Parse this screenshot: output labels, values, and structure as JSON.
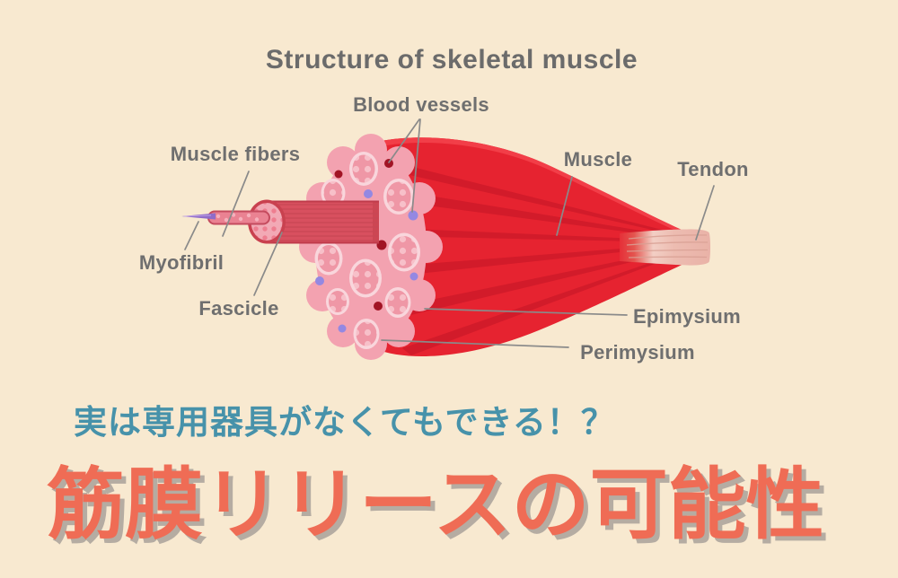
{
  "title": "Structure of skeletal muscle",
  "diagram_labels": {
    "blood_vessels": "Blood vessels",
    "muscle_fibers": "Muscle fibers",
    "myofibril": "Myofibril",
    "fascicle": "Fascicle",
    "muscle": "Muscle",
    "tendon": "Tendon",
    "epimysium": "Epimysium",
    "perimysium": "Perimysium"
  },
  "caption": {
    "subtitle": "実は専用器具がなくてもできる！？",
    "headline": "筋膜リリースの可能性"
  },
  "colors": {
    "background": "#f8e9d0",
    "title_gray": "#6b6b6b",
    "label_gray": "#6f6f6f",
    "leader_line_gray": "#8a8a8a",
    "muscle_red": "#e62330",
    "muscle_streak_red": "#d21b2a",
    "muscle_highlight_red": "#f23e48",
    "tendon_pale_pink": "#e9b2a7",
    "epimysium_pink": "#f3a2b0",
    "fascicle_ring_pink": "#f9d6dc",
    "fascicle_inner_pink": "#ef97a6",
    "muscle_fiber_dot_pink": "#f7c0c9",
    "blood_vessel_dark_red": "#a11424",
    "blood_vessel_purple": "#9488e2",
    "fascicle_cylinder_red": "#d8505f",
    "myofibril_purple": "#8f6cc8",
    "subtitle_teal": "#4792aa",
    "headline_coral": "#ef6c55",
    "headline_shadow": "#b5aca2"
  }
}
